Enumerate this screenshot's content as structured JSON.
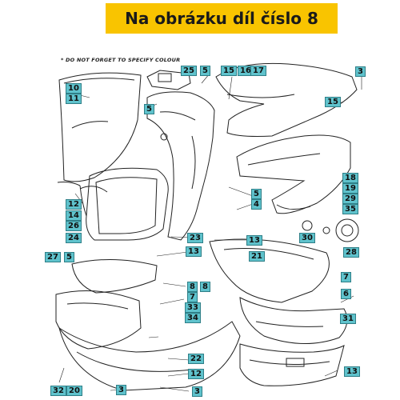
{
  "header": {
    "title": "Na obrázku díl číslo 8"
  },
  "note": "* DO NOT FORGET TO SPECIFY COLOUR",
  "accent_color": "#f9c400",
  "callout_color": "#5fc2cc",
  "callouts": [
    "10",
    "11",
    "5",
    "25",
    "5",
    "15",
    "16",
    "17",
    "3",
    "15",
    "5",
    "18",
    "19",
    "29",
    "35",
    "12",
    "14",
    "26",
    "24",
    "5",
    "4",
    "30",
    "23",
    "13",
    "21",
    "28",
    "27",
    "5",
    "13",
    "8",
    "8",
    "7",
    "7",
    "6",
    "33",
    "34",
    "31",
    "22",
    "32",
    "20",
    "3",
    "12",
    "3",
    "13"
  ]
}
